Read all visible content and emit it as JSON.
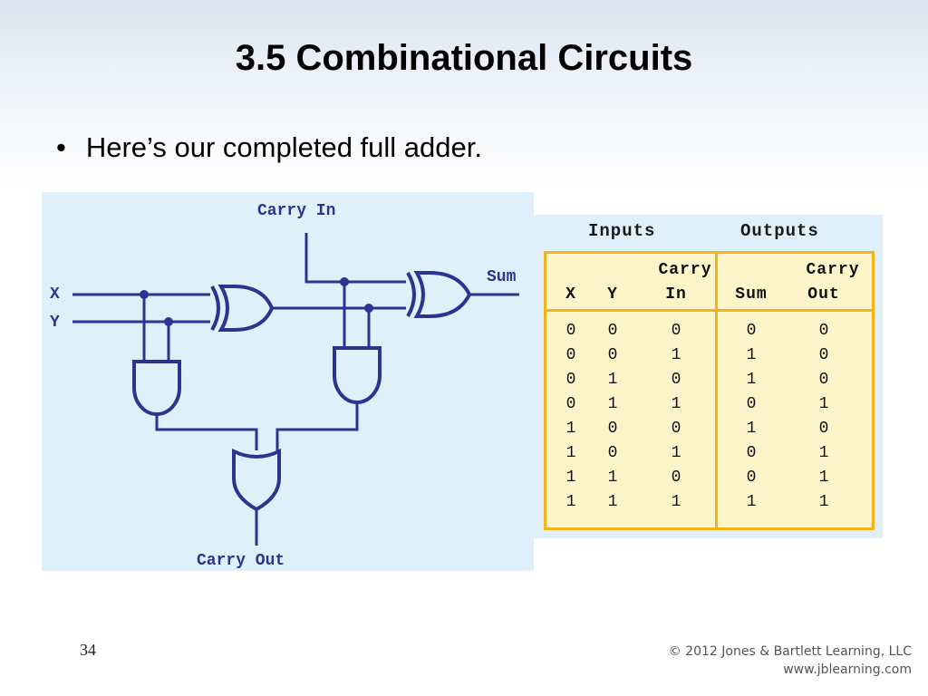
{
  "slide": {
    "title": "3.5 Combinational Circuits",
    "bullet_marker": "•",
    "bullet_text": "Here’s our completed full adder.",
    "page_number": "34",
    "copyright_line1": "© 2012 Jones & Bartlett Learning, LLC",
    "copyright_line2": "www.jblearning.com"
  },
  "circuit": {
    "label_carry_in": "Carry In",
    "label_carry_out": "Carry Out",
    "label_x": "X",
    "label_y": "Y",
    "label_sum": "Sum",
    "gates": [
      "xor",
      "xor",
      "and",
      "and",
      "or"
    ],
    "colors": {
      "wire": "#2a3590",
      "panel": "#e0f0fb"
    }
  },
  "truth_table": {
    "group_headers": {
      "inputs": "Inputs",
      "outputs": "Outputs"
    },
    "header_row1": [
      "",
      "",
      "Carry",
      "",
      "Carry"
    ],
    "header_row2": [
      "X",
      "Y",
      "In",
      "Sum",
      "Out"
    ],
    "rows": [
      [
        "0",
        "0",
        "0",
        "0",
        "0"
      ],
      [
        "0",
        "0",
        "1",
        "1",
        "0"
      ],
      [
        "0",
        "1",
        "0",
        "1",
        "0"
      ],
      [
        "0",
        "1",
        "1",
        "0",
        "1"
      ],
      [
        "1",
        "0",
        "0",
        "1",
        "0"
      ],
      [
        "1",
        "0",
        "1",
        "0",
        "1"
      ],
      [
        "1",
        "1",
        "0",
        "0",
        "1"
      ],
      [
        "1",
        "1",
        "1",
        "1",
        "1"
      ]
    ],
    "colors": {
      "border": "#f5b21a",
      "fill": "#fdf5c9"
    }
  }
}
